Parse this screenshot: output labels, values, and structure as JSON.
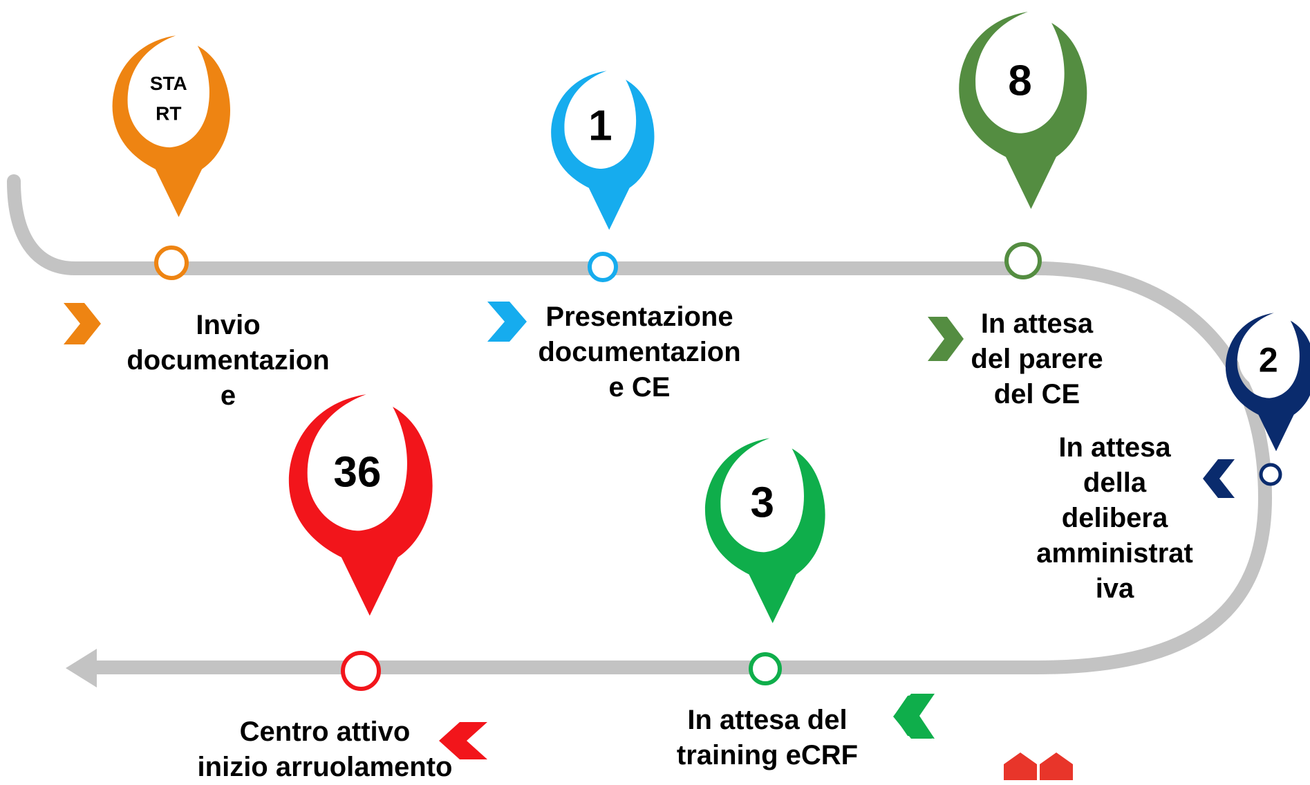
{
  "timeline": {
    "steps": [
      {
        "pin_text": "STA\nRT",
        "label": "Invio\ndocumentazion\ne",
        "color": "#EE8412"
      },
      {
        "pin_text": "1",
        "label": "Presentazione\ndocumentazion\ne CE",
        "color": "#16ACEE"
      },
      {
        "pin_text": "8",
        "label": "In attesa\ndel parere\ndel CE",
        "color": "#548D41"
      },
      {
        "pin_text": "2",
        "label": "In attesa\ndella\ndelibera\namministrat\niva",
        "color": "#0A2B6D"
      },
      {
        "pin_text": "3",
        "label": "In attesa del\ntraining eCRF",
        "color": "#0FAE4B"
      },
      {
        "pin_text": "36",
        "label": "Centro attivo\ninizio arruolamento",
        "color": "#F2151B"
      }
    ],
    "path_color": "#C3C3C3",
    "logo_color": "#E8352A"
  }
}
